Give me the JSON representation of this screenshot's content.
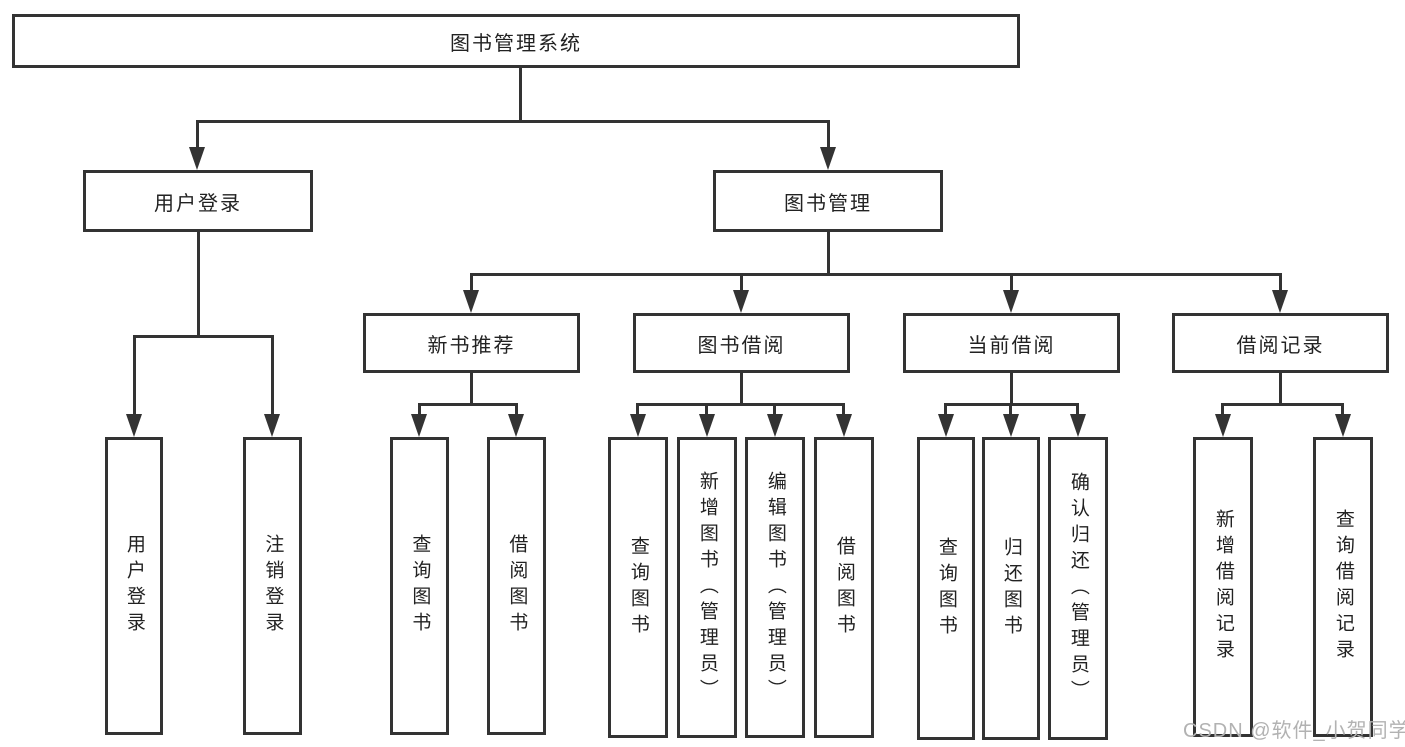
{
  "colors": {
    "line": "#333333",
    "text": "#222222",
    "watermark": "#b2b2b2",
    "background": "#ffffff"
  },
  "root": {
    "label": "图书管理系统"
  },
  "branches": {
    "user_login": {
      "label": "用户登录",
      "children": [
        "用户登录",
        "注销登录"
      ]
    },
    "book_management": {
      "label": "图书管理"
    }
  },
  "sections": {
    "new_book_recommend": {
      "label": "新书推荐",
      "children": [
        "查询图书",
        "借阅图书"
      ]
    },
    "book_borrow": {
      "label": "图书借阅",
      "children": [
        "查询图书",
        "新增图书（管理员）",
        "编辑图书（管理员）",
        "借阅图书"
      ]
    },
    "current_borrow": {
      "label": "当前借阅",
      "children": [
        "查询图书",
        "归还图书",
        "确认归还（管理员）"
      ]
    },
    "borrow_records": {
      "label": "借阅记录",
      "children": [
        "新增借阅记录",
        "查询借阅记录"
      ]
    }
  },
  "watermark": "CSDN @软件_小贺同学"
}
